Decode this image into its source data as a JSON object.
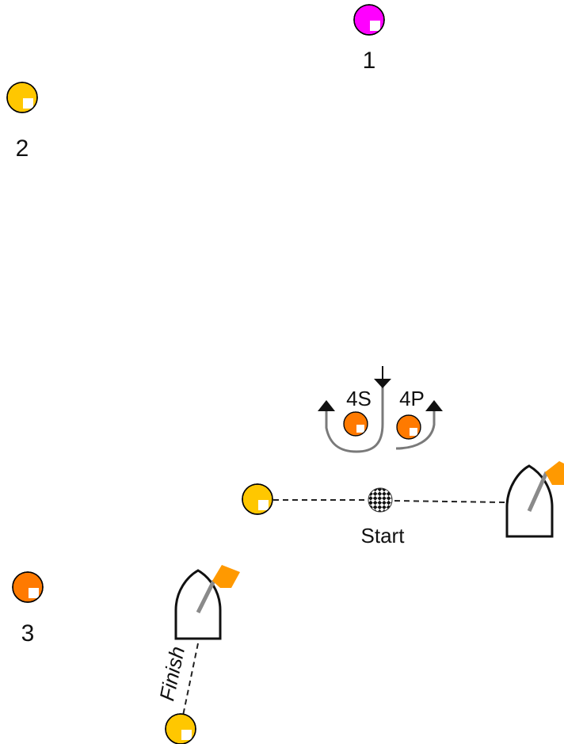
{
  "marks": {
    "m1": {
      "label": "1",
      "color": "#ff00ff",
      "icon": "mark-buoy-icon"
    },
    "m2": {
      "label": "2",
      "color": "#ffc700",
      "icon": "mark-buoy-icon"
    },
    "m3": {
      "label": "3",
      "color": "#ff7a00",
      "icon": "mark-buoy-icon"
    },
    "m4s": {
      "label": "4S",
      "color": "#ff7a00",
      "icon": "mark-buoy-icon"
    },
    "m4p": {
      "label": "4P",
      "color": "#ff7a00",
      "icon": "mark-buoy-icon"
    },
    "start_pin": {
      "color": "#ffc700",
      "icon": "mark-buoy-icon"
    },
    "finish_pin": {
      "color": "#ffc700",
      "icon": "mark-buoy-icon"
    }
  },
  "start": {
    "label": "Start",
    "icon": "checkered-flag-icon"
  },
  "finish": {
    "label": "Finish"
  },
  "committee_boat": {
    "flag_color": "#ff9900",
    "icon": "committee-boat-icon"
  },
  "gate_arrows": {
    "icon": "rounding-arrow-icon"
  },
  "line_color": "#222222"
}
